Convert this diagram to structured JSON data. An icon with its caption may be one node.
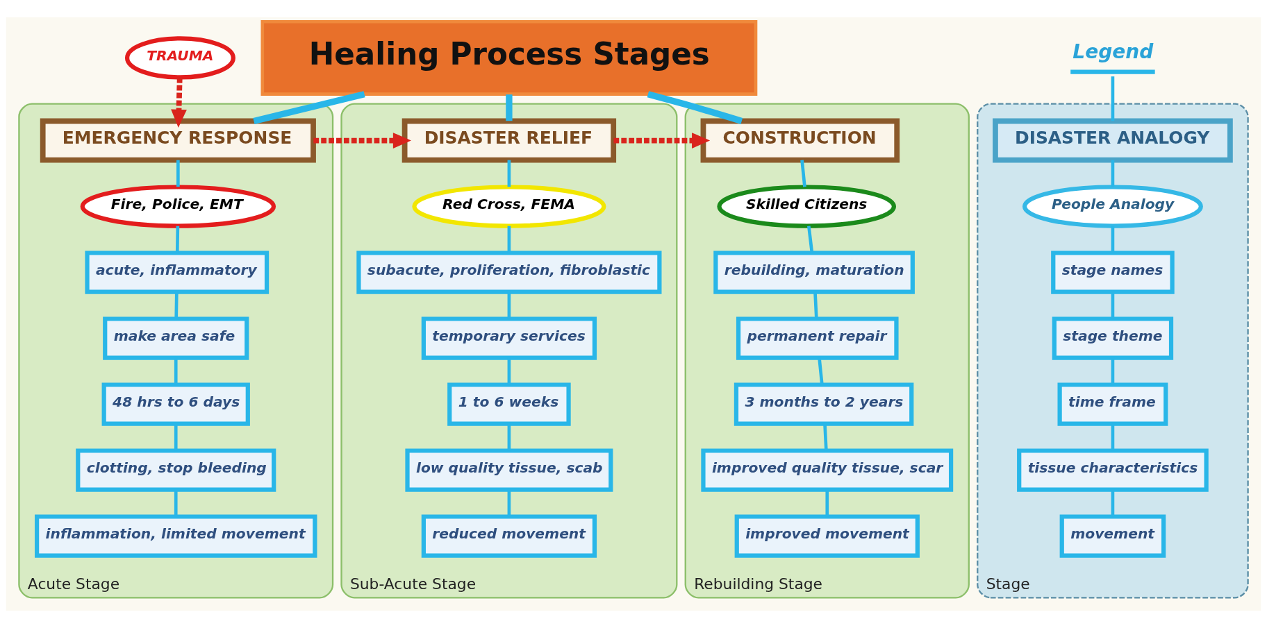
{
  "diagram": {
    "nodes": [
      {
        "text": [
          "TRAUMA"
        ]
      },
      {
        "text": [
          "Healing Process Stages"
        ]
      },
      {
        "text": [
          "Acute Stage"
        ]
      },
      {
        "text": [
          "EMERGENCY RESPONSE"
        ],
        "in": 2
      },
      {
        "text": [
          "Fire, Police, EMT"
        ],
        "in": 2
      },
      {
        "text": [
          "acute, inflammatory"
        ],
        "in": 2
      },
      {
        "text": [
          "make area safe"
        ],
        "in": 2
      },
      {
        "text": [
          "48 hrs to 6 days"
        ],
        "in": 2
      },
      {
        "text": [
          "clotting, stop bleeding"
        ],
        "in": 2
      },
      {
        "text": [
          "inflammation, limited movement"
        ],
        "in": 2
      },
      {
        "text": [
          "Sub-Acute Stage"
        ]
      },
      {
        "text": [
          "DISASTER RELIEF"
        ],
        "in": 10
      },
      {
        "text": [
          "Red Cross, FEMA"
        ],
        "in": 10
      },
      {
        "text": [
          "subacute, proliferation, fibroblastic"
        ],
        "in": 10
      },
      {
        "text": [
          "temporary services"
        ],
        "in": 10
      },
      {
        "text": [
          "1 to 6 weeks"
        ],
        "in": 10
      },
      {
        "text": [
          "low quality tissue, scab"
        ],
        "in": 10
      },
      {
        "text": [
          "reduced movement"
        ],
        "in": 10
      },
      {
        "text": [
          "Rebuilding Stage"
        ]
      },
      {
        "text": [
          "CONSTRUCTION"
        ],
        "in": 18
      },
      {
        "text": [
          "Skilled Citizens"
        ],
        "in": 18
      },
      {
        "text": [
          "rebuilding, maturation"
        ],
        "in": 18
      },
      {
        "text": [
          "permanent repair"
        ],
        "in": 18
      },
      {
        "text": [
          "3 months to 2 years"
        ],
        "in": 18
      },
      {
        "text": [
          "improved quality tissue, scar"
        ],
        "in": 18
      },
      {
        "text": [
          "improved movement"
        ],
        "in": 18
      },
      {
        "text": [
          "Legend"
        ]
      },
      {
        "text": [
          "Stage"
        ]
      },
      {
        "text": [
          "DISASTER ANALOGY"
        ],
        "in": 27
      },
      {
        "text": [
          "People Analogy"
        ],
        "in": 27
      },
      {
        "text": [
          "stage names"
        ],
        "in": 27
      },
      {
        "text": [
          "stage theme"
        ],
        "in": 27
      },
      {
        "text": [
          "time frame"
        ],
        "in": 27
      },
      {
        "text": [
          "tissue characteristics"
        ],
        "in": 27
      },
      {
        "text": [
          "movement"
        ],
        "in": 27
      }
    ],
    "edges": [
      {
        "from": 1,
        "to": 3,
        "arrow": "none",
        "style": "thick"
      },
      {
        "from": 1,
        "to": 11,
        "arrow": "none",
        "style": "thick"
      },
      {
        "from": 1,
        "to": 19,
        "arrow": "none",
        "style": "thick"
      },
      {
        "from": 0,
        "to": 3,
        "arrow": "to",
        "style": "dashed",
        "color": "#d9241c"
      },
      {
        "from": 3,
        "to": 11,
        "arrow": "to",
        "style": "dashed",
        "color": "#d9241c"
      },
      {
        "from": 11,
        "to": 19,
        "arrow": "to",
        "style": "dashed",
        "color": "#d9241c"
      },
      {
        "from": 3,
        "to": 4,
        "arrow": "none"
      },
      {
        "from": 4,
        "to": 5,
        "arrow": "none"
      },
      {
        "from": 5,
        "to": 6,
        "arrow": "none"
      },
      {
        "from": 6,
        "to": 7,
        "arrow": "none"
      },
      {
        "from": 7,
        "to": 8,
        "arrow": "none"
      },
      {
        "from": 8,
        "to": 9,
        "arrow": "none"
      },
      {
        "from": 11,
        "to": 12,
        "arrow": "none"
      },
      {
        "from": 12,
        "to": 13,
        "arrow": "none"
      },
      {
        "from": 13,
        "to": 14,
        "arrow": "none"
      },
      {
        "from": 14,
        "to": 15,
        "arrow": "none"
      },
      {
        "from": 15,
        "to": 16,
        "arrow": "none"
      },
      {
        "from": 16,
        "to": 17,
        "arrow": "none"
      },
      {
        "from": 19,
        "to": 20,
        "arrow": "none"
      },
      {
        "from": 20,
        "to": 21,
        "arrow": "none"
      },
      {
        "from": 21,
        "to": 22,
        "arrow": "none"
      },
      {
        "from": 22,
        "to": 23,
        "arrow": "none"
      },
      {
        "from": 23,
        "to": 24,
        "arrow": "none"
      },
      {
        "from": 24,
        "to": 25,
        "arrow": "none"
      },
      {
        "from": 26,
        "to": 28,
        "arrow": "none"
      },
      {
        "from": 28,
        "to": 29,
        "arrow": "none"
      },
      {
        "from": 29,
        "to": 30,
        "arrow": "none"
      },
      {
        "from": 30,
        "to": 31,
        "arrow": "none"
      },
      {
        "from": 31,
        "to": 32,
        "arrow": "none"
      },
      {
        "from": 32,
        "to": 33,
        "arrow": "none"
      },
      {
        "from": 33,
        "to": 34,
        "arrow": "none"
      }
    ]
  }
}
